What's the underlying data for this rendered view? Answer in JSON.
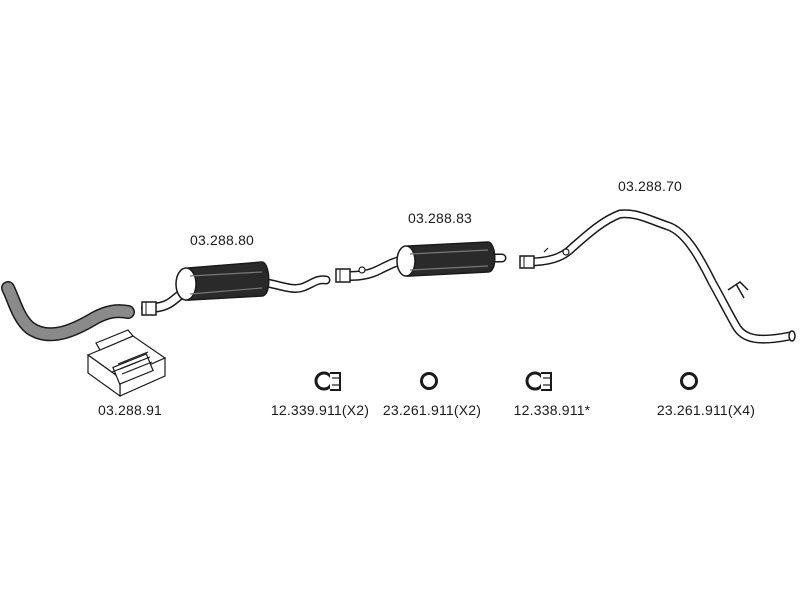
{
  "parts": [
    {
      "id": "p1",
      "number": "03.288.91"
    },
    {
      "id": "p2",
      "number": "03.288.80"
    },
    {
      "id": "p3",
      "number": "03.288.83"
    },
    {
      "id": "p4",
      "number": "03.288.70"
    },
    {
      "id": "p5",
      "number": "12.339.911",
      "qty": "(X2)"
    },
    {
      "id": "p6",
      "number": "23.261.911",
      "qty": "(X2)"
    },
    {
      "id": "p7",
      "number": "12.338.911*"
    },
    {
      "id": "p8",
      "number": "23.261.911",
      "qty": "(X4)"
    }
  ],
  "colors": {
    "line": "#1a1a1a",
    "muffler": "#1f1f1f",
    "front_pipe": "#7a7a7a",
    "background": "#ffffff"
  }
}
